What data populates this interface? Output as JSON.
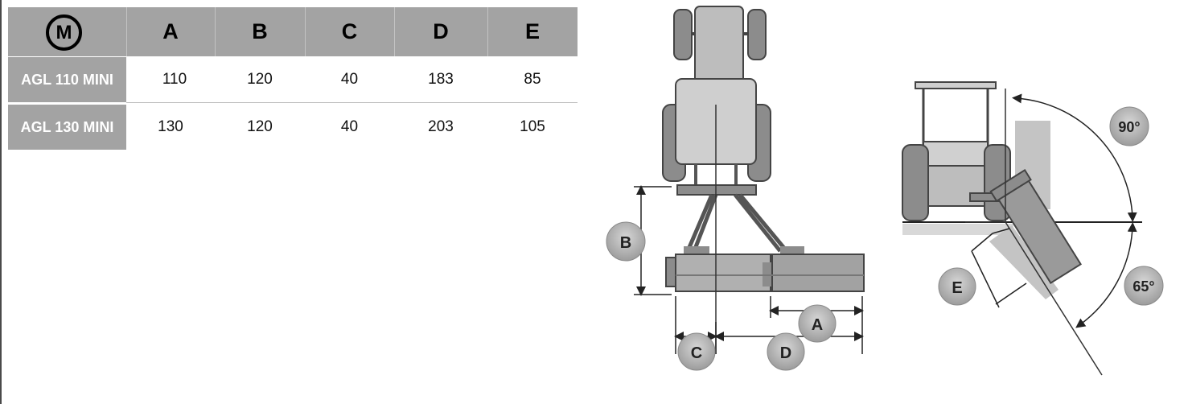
{
  "table": {
    "logo": "M",
    "columns": [
      "A",
      "B",
      "C",
      "D",
      "E"
    ],
    "rows": [
      {
        "model": "AGL 110 MINI",
        "values": [
          "110",
          "120",
          "40",
          "183",
          "85"
        ]
      },
      {
        "model": "AGL 130 MINI",
        "values": [
          "130",
          "120",
          "40",
          "203",
          "105"
        ]
      }
    ]
  },
  "diagram": {
    "dimension_labels": [
      "A",
      "B",
      "C",
      "D",
      "E"
    ],
    "angle_labels": [
      "90°",
      "65°"
    ]
  }
}
